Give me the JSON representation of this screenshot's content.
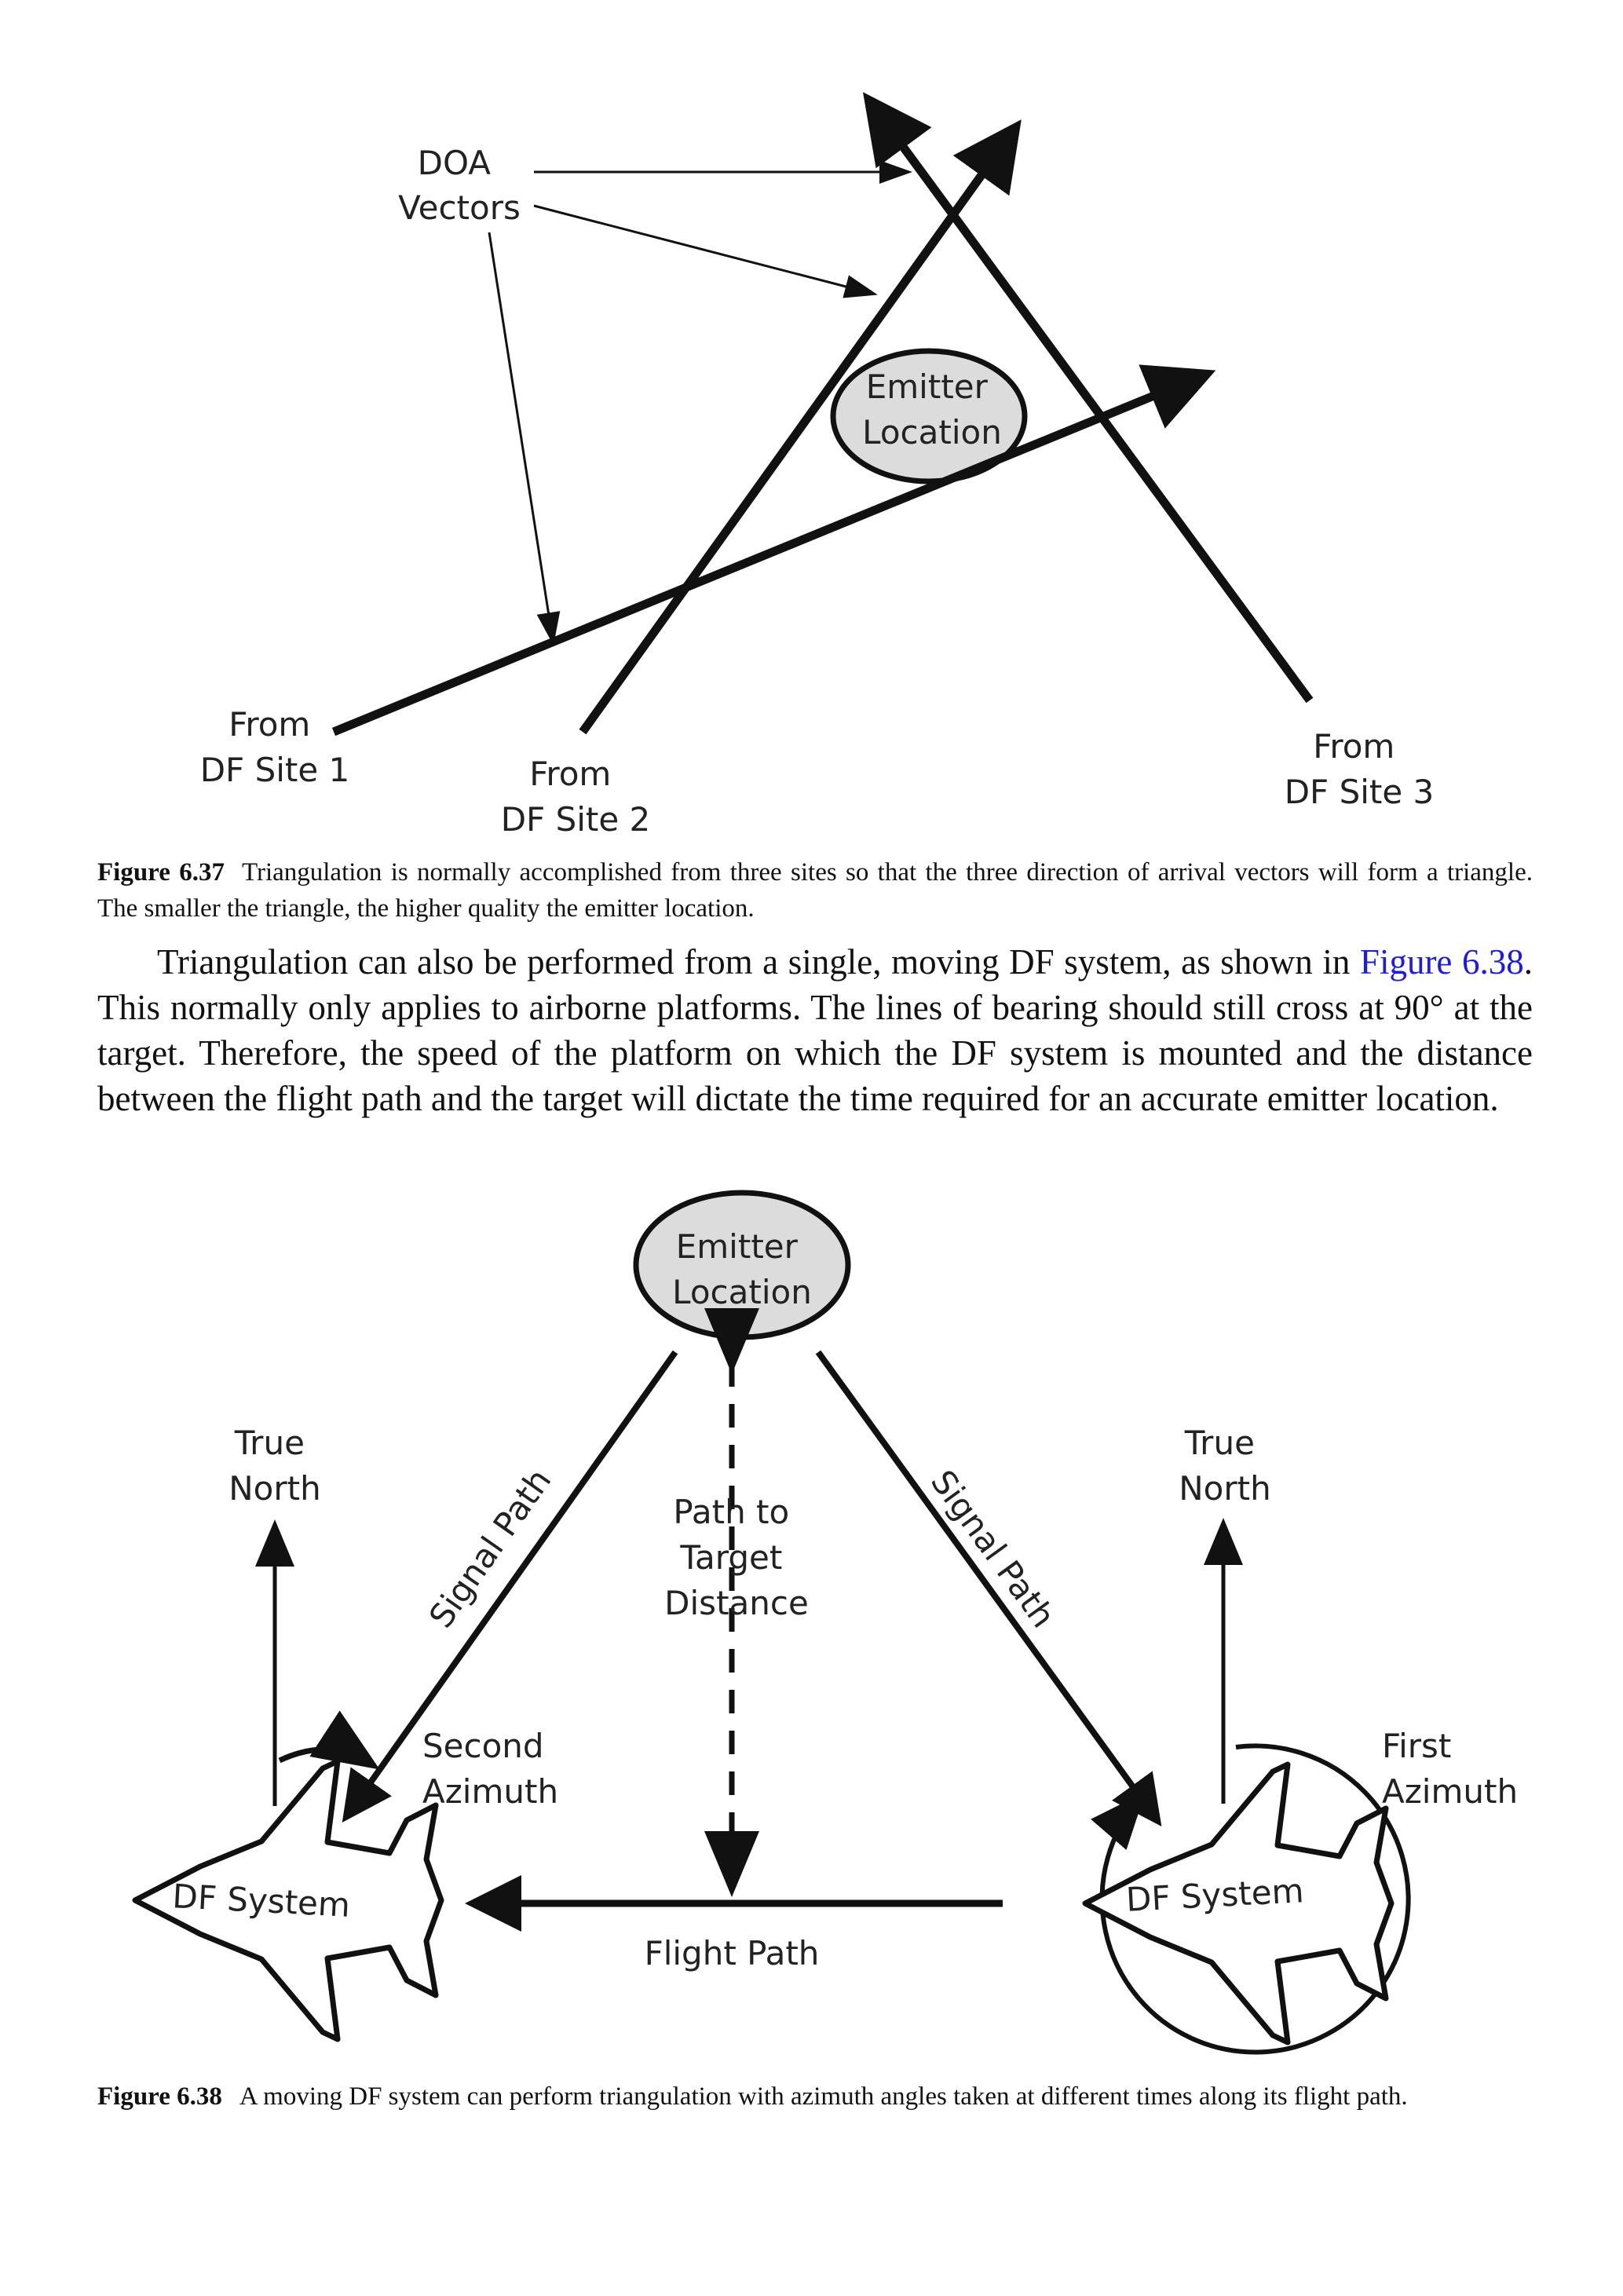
{
  "figure_637": {
    "labels": {
      "doa_line1": "DOA",
      "doa_line2": "Vectors",
      "emitter_line1": "Emitter",
      "emitter_line2": "Location",
      "site1_line1": "From",
      "site1_line2": "DF Site 1",
      "site2_line1": "From",
      "site2_line2": "DF Site 2",
      "site3_line1": "From",
      "site3_line2": "DF Site 3"
    },
    "caption_number": "Figure 6.37",
    "caption_text": "Triangulation is normally accomplished from three sites so that the three direction of arrival vectors will form a triangle. The smaller the triangle, the higher quality the emitter location."
  },
  "body": {
    "text_before_link": "Triangulation can also be performed from a single, moving DF system, as shown in ",
    "link_text": "Figure 6.38",
    "text_after_link": ". This normally only applies to airborne platforms. The lines of bearing should still cross at 90° at the target. Therefore, the speed of the platform on which the DF system is mounted and the distance between the flight path and the target will dictate the time required for an accurate emitter location."
  },
  "figure_638": {
    "labels": {
      "emitter_line1": "Emitter",
      "emitter_line2": "Location",
      "left_north_line1": "True",
      "left_north_line2": "North",
      "right_north_line1": "True",
      "right_north_line2": "North",
      "signal_path_left": "Signal Path",
      "signal_path_right": "Signal Path",
      "distance_line1": "Path to",
      "distance_line2": "Target",
      "distance_line3": "Distance",
      "second_az_line1": "Second",
      "second_az_line2": "Azimuth",
      "first_az_line1": "First",
      "first_az_line2": "Azimuth",
      "df_left": "DF System",
      "df_right": "DF System",
      "flight_path": "Flight Path"
    },
    "caption_number": "Figure 6.38",
    "caption_text": "A moving DF system can perform triangulation with azimuth angles taken at different times along its flight path."
  },
  "colors": {
    "line": "#111111",
    "ellipse_fill": "#dcdcdc",
    "link": "#1a1aee"
  }
}
